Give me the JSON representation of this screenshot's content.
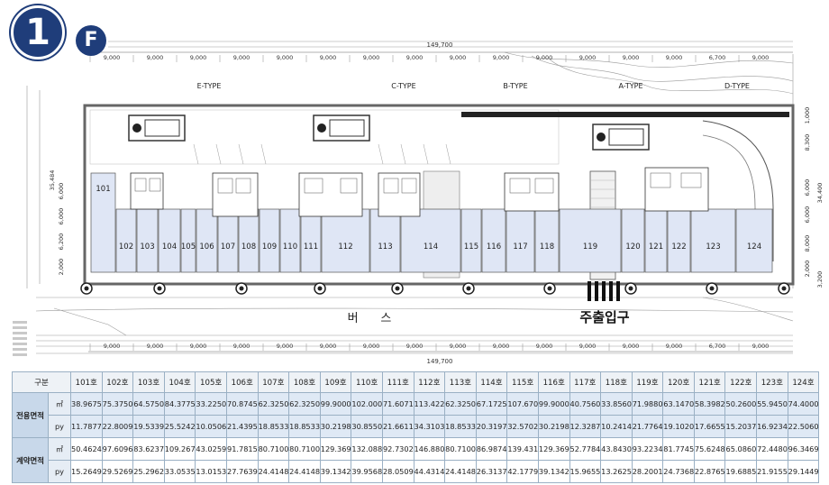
{
  "badge": {
    "floor_number": "1",
    "floor_letter": "F"
  },
  "plan": {
    "dims_top": {
      "total": "149,700",
      "spans": [
        "9,000",
        "9,000",
        "9,000",
        "9,000",
        "9,000",
        "9,000",
        "9,000",
        "9,000",
        "9,000",
        "9,000",
        "9,000",
        "9,000",
        "9,000",
        "9,000",
        "6,700",
        "9,000"
      ]
    },
    "dims_bottom": {
      "total": "149,700",
      "spans": [
        "9,000",
        "9,000",
        "9,000",
        "9,000",
        "9,000",
        "9,000",
        "9,000",
        "9,000",
        "9,000",
        "9,000",
        "9,000",
        "9,000",
        "9,000",
        "9,000",
        "6,700",
        "9,000"
      ]
    },
    "type_labels": [
      {
        "label": "E-TYPE"
      },
      {
        "label": "C-TYPE"
      },
      {
        "label": "B-TYPE"
      },
      {
        "label": "A-TYPE"
      },
      {
        "label": "D-TYPE"
      }
    ],
    "units": [
      "101",
      "102",
      "103",
      "104",
      "105",
      "106",
      "107",
      "108",
      "109",
      "110",
      "111",
      "112",
      "113",
      "114",
      "115",
      "116",
      "117",
      "118",
      "119",
      "120",
      "121",
      "122",
      "123",
      "124"
    ],
    "left_dims": [
      "35,484",
      "6,000",
      "6,000",
      "6,200",
      "2,000"
    ],
    "right_dims": [
      "1,000",
      "8,300",
      "6,000",
      "34,400",
      "6,000",
      "8,000",
      "2,000",
      "3,200"
    ],
    "road_label": "버      스",
    "entrance_label": "주출입구",
    "legend_colors": {
      "shop_fill": "#dfe6f5",
      "core_fill": "#ffffff",
      "line": "#555555",
      "tree": "#222222"
    }
  },
  "table": {
    "header": {
      "gubun": "구분",
      "units": [
        "101호",
        "102호",
        "103호",
        "104호",
        "105호",
        "106호",
        "107호",
        "108호",
        "109호",
        "110호",
        "111호",
        "112호",
        "113호",
        "114호",
        "115호",
        "116호",
        "117호",
        "118호",
        "119호",
        "120호",
        "121호",
        "122호",
        "123호",
        "124호"
      ]
    },
    "groups": [
      {
        "label": "전용면적",
        "rows": [
          {
            "unit": "㎡",
            "values": [
              "38.9675",
              "75.3750",
              "64.5750",
              "84.3775",
              "33.2250",
              "70.8745",
              "62.3250",
              "62.3250",
              "99.9000",
              "102.0000",
              "71.6071",
              "113.4225",
              "62.3250",
              "67.1725",
              "107.6700",
              "99.9000",
              "40.7560",
              "33.8560",
              "71.9880",
              "63.1470",
              "58.3982",
              "50.2600",
              "55.9450",
              "74.4000"
            ]
          },
          {
            "unit": "py",
            "values": [
              "11.7877",
              "22.8009",
              "19.5339",
              "25.5242",
              "10.0506",
              "21.4395",
              "18.8533",
              "18.8533",
              "30.2198",
              "30.8550",
              "21.6611",
              "34.3103",
              "18.8533",
              "20.3197",
              "32.5702",
              "30.2198",
              "12.3287",
              "10.2414",
              "21.7764",
              "19.1020",
              "17.6655",
              "15.2037",
              "16.9234",
              "22.5060"
            ]
          }
        ]
      },
      {
        "label": "계약면적",
        "rows": [
          {
            "unit": "㎡",
            "values": [
              "50.4624",
              "97.6096",
              "83.6237",
              "109.2677",
              "43.0259",
              "91.7815",
              "80.7100",
              "80.7100",
              "129.3691",
              "132.0886",
              "92.7302",
              "146.8805",
              "80.7100",
              "86.9874",
              "139.4311",
              "129.3691",
              "52.7784",
              "43.8430",
              "93.2234",
              "81.7745",
              "75.6248",
              "65.0860",
              "72.4480",
              "96.3469"
            ]
          },
          {
            "unit": "py",
            "values": [
              "15.2649",
              "29.5269",
              "25.2962",
              "33.0535",
              "13.0153",
              "27.7639",
              "24.4148",
              "24.4148",
              "39.1342",
              "39.9568",
              "28.0509",
              "44.4314",
              "24.4148",
              "26.3137",
              "42.1779",
              "39.1342",
              "15.9655",
              "13.2625",
              "28.2001",
              "24.7368",
              "22.8765",
              "19.6885",
              "21.9155",
              "29.1449"
            ]
          }
        ]
      }
    ]
  }
}
